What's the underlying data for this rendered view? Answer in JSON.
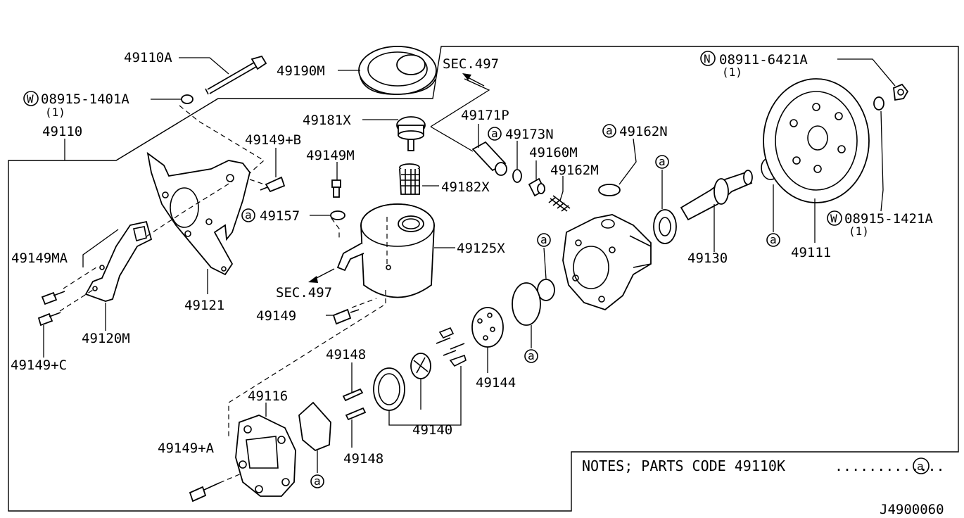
{
  "diagram": {
    "figure_id": "J4900060",
    "notes": {
      "text": "NOTES; PARTS CODE 49110K",
      "leader": ".............",
      "symbol": "a"
    },
    "labels": {
      "p49110A": "49110A",
      "p49190M": "49190M",
      "sec497_top": "SEC.497",
      "w08915_1401A": "08915-1401A",
      "w08915_1401A_qty": "(1)",
      "p49110": "49110",
      "p49181X": "49181X",
      "p49171P": "49171P",
      "p49173N": "49173N",
      "p49162N": "49162N",
      "n08911_6421A": "08911-6421A",
      "n08911_6421A_qty": "(1)",
      "p49149B": "49149+B",
      "p49149M": "49149M",
      "p49160M": "49160M",
      "p49162M": "49162M",
      "p49182X": "49182X",
      "p49157": "49157",
      "p49125X": "49125X",
      "p49149MA": "49149MA",
      "sec497_mid": "SEC.497",
      "p49121": "49121",
      "p49149": "49149",
      "p49120M": "49120M",
      "p49149C": "49149+C",
      "p49130": "49130",
      "p49111": "49111",
      "w08915_1421A": "08915-1421A",
      "w08915_1421A_qty": "(1)",
      "p49144": "49144",
      "p49148_top": "49148",
      "p49116": "49116",
      "p49140": "49140",
      "p49149A": "49149+A",
      "p49148_bot": "49148"
    },
    "symbols": {
      "washer": "W",
      "nut": "N",
      "kit": "a"
    }
  }
}
